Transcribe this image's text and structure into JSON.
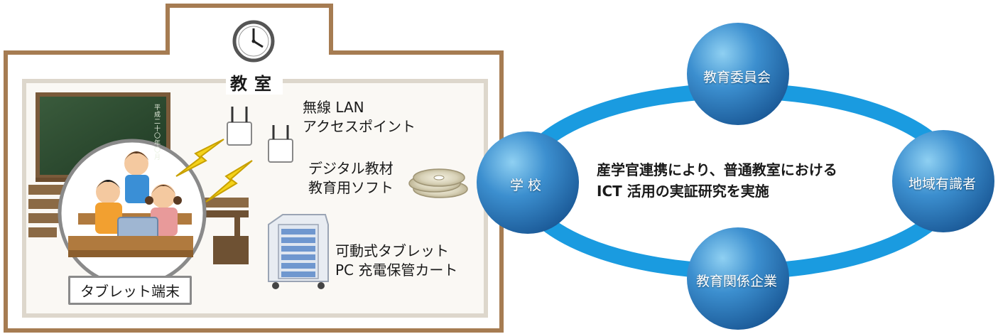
{
  "classroom": {
    "title": "教室",
    "wireless_lan": [
      "無線 LAN",
      "アクセスポイント"
    ],
    "digital_materials": [
      "デジタル教材",
      "教育用ソフト"
    ],
    "charging_cart": [
      "可動式タブレット",
      "PC 充電保管カート"
    ],
    "tablet_label": "タブレット端末",
    "blackboard_text": "平成二十〇年〇月",
    "icons": [
      "clock-icon",
      "wifi-access-point-icon",
      "lightning-icon",
      "cd-disc-icon",
      "charging-cart-icon",
      "blackboard-icon",
      "children-with-laptop-icon"
    ]
  },
  "network": {
    "center_text": [
      "産学官連携により、普通教室における",
      "ICT 活用の実証研究を実施"
    ],
    "nodes": {
      "top": "教育委員会",
      "left": "学 校",
      "right": "地域有識者",
      "bottom": "教育関係企業"
    },
    "colors": {
      "ring": "#1a9be0",
      "node": "#2f7fc0",
      "frame": "#a67c52"
    }
  }
}
